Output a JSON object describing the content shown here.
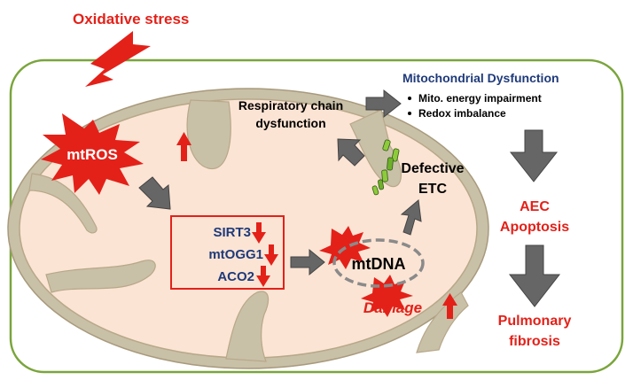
{
  "title": "Oxidative stress",
  "mtros_label": "mtROS",
  "respiratory_line1": "Respiratory chain",
  "respiratory_line2": "dysfunction",
  "mito_dysfunction": {
    "heading": "Mitochondrial Dysfunction",
    "bullets": [
      "Mito. energy impairment",
      "Redox imbalance"
    ]
  },
  "box_items": [
    "SIRT3",
    "mtOGG1",
    "ACO2"
  ],
  "defective_line1": "Defective",
  "defective_line2": "ETC",
  "mtdna_label": "mtDNA",
  "damage_label": "Damage",
  "aec_line1": "AEC",
  "aec_line2": "Apoptosis",
  "pulmonary_line1": "Pulmonary",
  "pulmonary_line2": "fibrosis",
  "colors": {
    "red": "#e32119",
    "navy": "#1f3a7a",
    "cell_border": "#7aa53c",
    "matrix_fill": "#fce4d4",
    "matrix_border": "#b7a889",
    "gray_arrow": "#666666"
  }
}
